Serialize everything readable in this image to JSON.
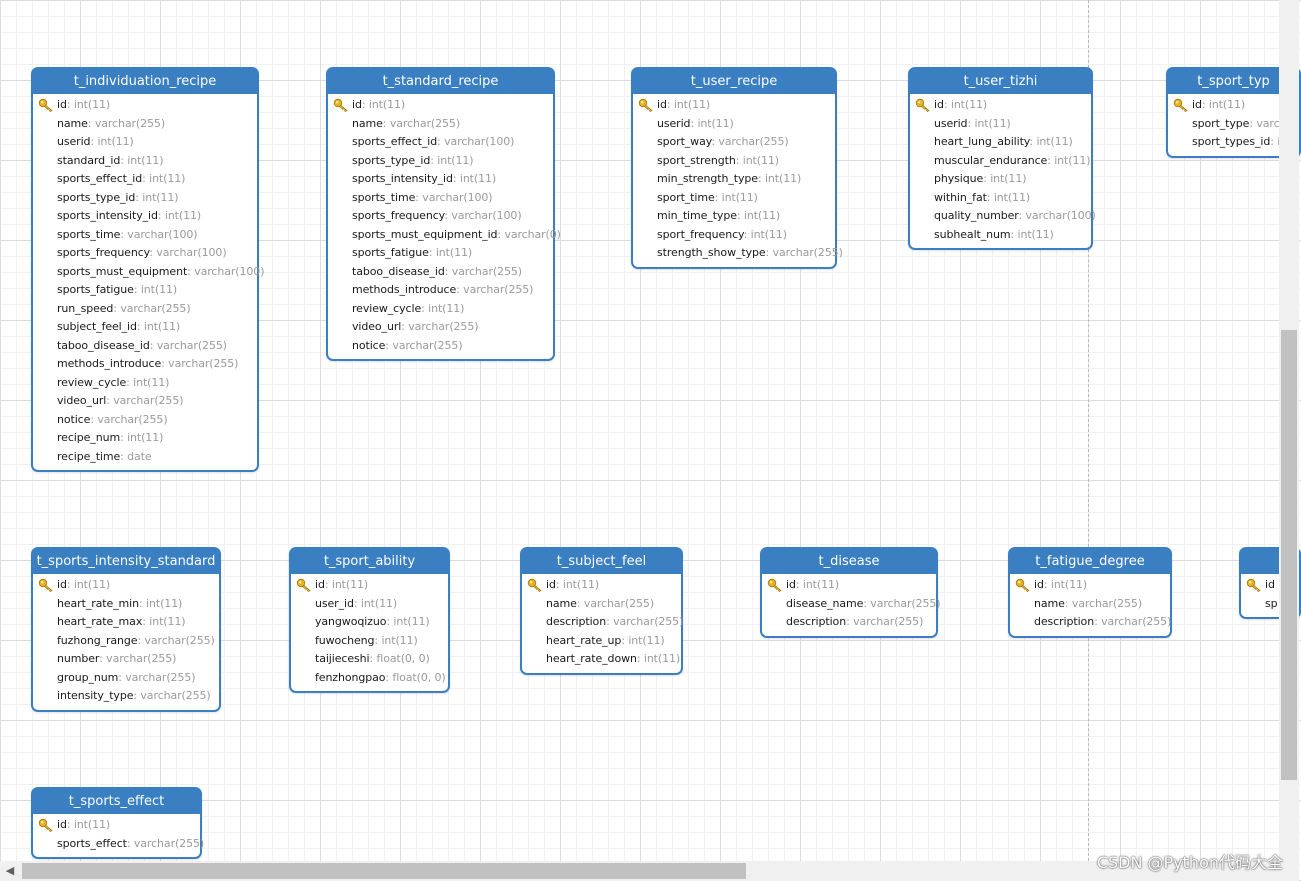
{
  "tables": [
    {
      "name": "t_individuation_recipe",
      "fields": [
        {
          "name": "id",
          "type": "int(11)",
          "pk": true
        },
        {
          "name": "name",
          "type": "varchar(255)"
        },
        {
          "name": "userid",
          "type": "int(11)"
        },
        {
          "name": "standard_id",
          "type": "int(11)"
        },
        {
          "name": "sports_effect_id",
          "type": "int(11)"
        },
        {
          "name": "sports_type_id",
          "type": "int(11)"
        },
        {
          "name": "sports_intensity_id",
          "type": "int(11)"
        },
        {
          "name": "sports_time",
          "type": "varchar(100)"
        },
        {
          "name": "sports_frequency",
          "type": "varchar(100)"
        },
        {
          "name": "sports_must_equipment",
          "type": "varchar(100)"
        },
        {
          "name": "sports_fatigue",
          "type": "int(11)"
        },
        {
          "name": "run_speed",
          "type": "varchar(255)"
        },
        {
          "name": "subject_feel_id",
          "type": "int(11)"
        },
        {
          "name": "taboo_disease_id",
          "type": "varchar(255)"
        },
        {
          "name": "methods_introduce",
          "type": "varchar(255)"
        },
        {
          "name": "review_cycle",
          "type": "int(11)"
        },
        {
          "name": "video_url",
          "type": "varchar(255)"
        },
        {
          "name": "notice",
          "type": "varchar(255)"
        },
        {
          "name": "recipe_num",
          "type": "int(11)"
        },
        {
          "name": "recipe_time",
          "type": "date"
        }
      ]
    },
    {
      "name": "t_standard_recipe",
      "fields": [
        {
          "name": "id",
          "type": "int(11)",
          "pk": true
        },
        {
          "name": "name",
          "type": "varchar(255)"
        },
        {
          "name": "sports_effect_id",
          "type": "varchar(100)"
        },
        {
          "name": "sports_type_id",
          "type": "int(11)"
        },
        {
          "name": "sports_intensity_id",
          "type": "int(11)"
        },
        {
          "name": "sports_time",
          "type": "varchar(100)"
        },
        {
          "name": "sports_frequency",
          "type": "varchar(100)"
        },
        {
          "name": "sports_must_equipment_id",
          "type": "varchar(0)"
        },
        {
          "name": "sports_fatigue",
          "type": "int(11)"
        },
        {
          "name": "taboo_disease_id",
          "type": "varchar(255)"
        },
        {
          "name": "methods_introduce",
          "type": "varchar(255)"
        },
        {
          "name": "review_cycle",
          "type": "int(11)"
        },
        {
          "name": "video_url",
          "type": "varchar(255)"
        },
        {
          "name": "notice",
          "type": "varchar(255)"
        }
      ]
    },
    {
      "name": "t_user_recipe",
      "fields": [
        {
          "name": "id",
          "type": "int(11)",
          "pk": true
        },
        {
          "name": "userid",
          "type": "int(11)"
        },
        {
          "name": "sport_way",
          "type": "varchar(255)"
        },
        {
          "name": "sport_strength",
          "type": "int(11)"
        },
        {
          "name": "min_strength_type",
          "type": "int(11)"
        },
        {
          "name": "sport_time",
          "type": "int(11)"
        },
        {
          "name": "min_time_type",
          "type": "int(11)"
        },
        {
          "name": "sport_frequency",
          "type": "int(11)"
        },
        {
          "name": "strength_show_type",
          "type": "varchar(255)"
        }
      ]
    },
    {
      "name": "t_user_tizhi",
      "fields": [
        {
          "name": "id",
          "type": "int(11)",
          "pk": true
        },
        {
          "name": "userid",
          "type": "int(11)"
        },
        {
          "name": "heart_lung_ability",
          "type": "int(11)"
        },
        {
          "name": "muscular_endurance",
          "type": "int(11)"
        },
        {
          "name": "physique",
          "type": "int(11)"
        },
        {
          "name": "within_fat",
          "type": "int(11)"
        },
        {
          "name": "quality_number",
          "type": "varchar(100)"
        },
        {
          "name": "subhealt_num",
          "type": "int(11)"
        }
      ]
    },
    {
      "name": "t_sport_typ",
      "fields": [
        {
          "name": "id",
          "type": "int(11)",
          "pk": true
        },
        {
          "name": "sport_type",
          "type": "varch"
        },
        {
          "name": "sport_types_id",
          "type": "in"
        }
      ]
    },
    {
      "name": "t_sports_intensity_standard",
      "fields": [
        {
          "name": "id",
          "type": "int(11)",
          "pk": true
        },
        {
          "name": "heart_rate_min",
          "type": "int(11)"
        },
        {
          "name": "heart_rate_max",
          "type": "int(11)"
        },
        {
          "name": "fuzhong_range",
          "type": "varchar(255)"
        },
        {
          "name": "number",
          "type": "varchar(255)"
        },
        {
          "name": "group_num",
          "type": "varchar(255)"
        },
        {
          "name": "intensity_type",
          "type": "varchar(255)"
        }
      ]
    },
    {
      "name": "t_sport_ability",
      "fields": [
        {
          "name": "id",
          "type": "int(11)",
          "pk": true
        },
        {
          "name": "user_id",
          "type": "int(11)"
        },
        {
          "name": "yangwoqizuo",
          "type": "int(11)"
        },
        {
          "name": "fuwocheng",
          "type": "int(11)"
        },
        {
          "name": "taijieceshi",
          "type": "float(0, 0)"
        },
        {
          "name": "fenzhongpao",
          "type": "float(0, 0)"
        }
      ]
    },
    {
      "name": "t_subject_feel",
      "fields": [
        {
          "name": "id",
          "type": "int(11)",
          "pk": true
        },
        {
          "name": "name",
          "type": "varchar(255)"
        },
        {
          "name": "description",
          "type": "varchar(255)"
        },
        {
          "name": "heart_rate_up",
          "type": "int(11)"
        },
        {
          "name": "heart_rate_down",
          "type": "int(11)"
        }
      ]
    },
    {
      "name": "t_disease",
      "fields": [
        {
          "name": "id",
          "type": "int(11)",
          "pk": true
        },
        {
          "name": "disease_name",
          "type": "varchar(255)"
        },
        {
          "name": "description",
          "type": "varchar(255)"
        }
      ]
    },
    {
      "name": "t_fatigue_degree",
      "fields": [
        {
          "name": "id",
          "type": "int(11)",
          "pk": true
        },
        {
          "name": "name",
          "type": "varchar(255)"
        },
        {
          "name": "description",
          "type": "varchar(255)"
        }
      ]
    },
    {
      "name": "",
      "fields": [
        {
          "name": "id",
          "type": "",
          "pk": true
        },
        {
          "name": "sp",
          "type": ""
        }
      ]
    },
    {
      "name": "t_sports_effect",
      "fields": [
        {
          "name": "id",
          "type": "int(11)",
          "pk": true
        },
        {
          "name": "sports_effect",
          "type": "varchar(255)"
        }
      ]
    }
  ],
  "field_separator": ": ",
  "watermark": "CSDN @Python代码大全",
  "colors": {
    "header": "#3a7fc1",
    "border": "#3a7fc1",
    "type_text": "#9a9a9a",
    "key_icon": "#e6b422"
  }
}
